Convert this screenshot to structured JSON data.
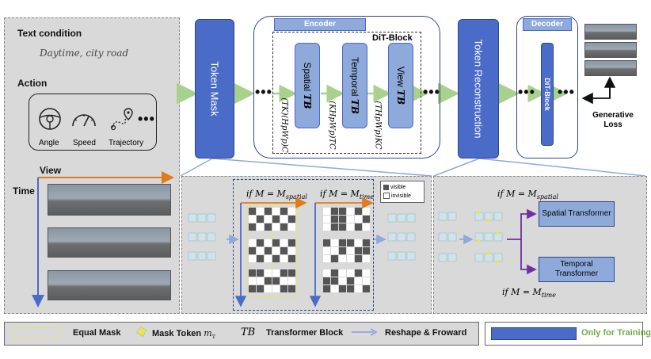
{
  "left_panel": {
    "text_condition_title": "Text condition",
    "text_condition_value": "Daytime, city road",
    "action_title": "Action",
    "action_items": [
      {
        "label": "Angle",
        "icon": "steering-wheel-icon"
      },
      {
        "label": "Speed",
        "icon": "speedometer-icon"
      },
      {
        "label": "Trajectory",
        "icon": "trajectory-pin-icon"
      }
    ],
    "view_label": "View",
    "time_label": "Time"
  },
  "token_mask_label": "Token Mask",
  "encoder": {
    "title": "Encoder",
    "dit_block_title": "DiT-Block",
    "blocks": [
      {
        "name": "Spatial",
        "tb": "TB",
        "reshape": "(TK)(HpWp)C"
      },
      {
        "name": "Temporal",
        "tb": "TB",
        "reshape": "(KHpWp)TC"
      },
      {
        "name": "View",
        "tb": "TB",
        "reshape": "(THpWp)KC"
      }
    ]
  },
  "token_reconstruction_label": "Token Reconstruction",
  "decoder": {
    "title": "Decoder",
    "dit_block_label": "DiT-Block"
  },
  "generative_loss_label": "Generative Loss",
  "mask_panel": {
    "if_spatial": "if M = M",
    "if_spatial_sub": "spatial",
    "if_time": "if M = M",
    "if_time_sub": "time",
    "legend_visible": "visible",
    "legend_invisible": "invisible"
  },
  "recon_panel": {
    "if_spatial": "if M = M",
    "if_spatial_sub": "spatial",
    "if_time": "if M = M",
    "if_time_sub": "time",
    "spatial_transformer": "Spatial Transformer",
    "temporal_transformer": "Temporal Transformer"
  },
  "legend": {
    "equal_mask": "Equal Mask",
    "mask_token": "Mask Token",
    "mask_token_symbol": "m",
    "mask_token_sub": "τ",
    "tb": "TB",
    "transformer_block": "Transformer Block",
    "reshape_forward": "Reshape & Froward",
    "only_training": "Only for Training"
  },
  "colors": {
    "blue": "#4a6bc7",
    "light_blue": "#8eaadb",
    "green_arrow": "#a9d18e",
    "orange": "#e07b20",
    "purple": "#7030a0",
    "green_text": "#70ad47",
    "yellow": "#e8e84a"
  }
}
